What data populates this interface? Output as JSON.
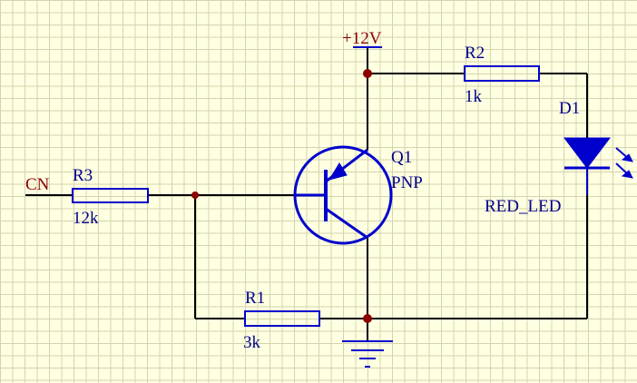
{
  "schematic": {
    "power_label": "+12V",
    "input_net_label": "CN",
    "components": {
      "R1": {
        "designator": "R1",
        "value": "3k"
      },
      "R2": {
        "designator": "R2",
        "value": "1k"
      },
      "R3": {
        "designator": "R3",
        "value": "12k"
      },
      "Q1": {
        "designator": "Q1",
        "type": "PNP"
      },
      "D1": {
        "designator": "D1",
        "type": "RED_LED"
      }
    }
  },
  "colors": {
    "background": "#FFFFE1",
    "grid": "#D4D4B0",
    "wire": "#000000",
    "component": "#0000CC",
    "label_red": "#8B0000",
    "label_blue": "#00008B",
    "junction": "#8B0000"
  }
}
